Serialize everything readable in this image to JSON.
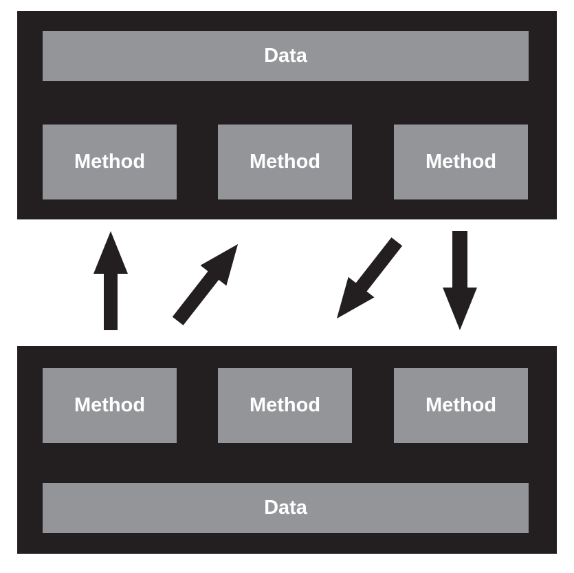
{
  "top_object": {
    "data_label": "Data",
    "methods": [
      "Method",
      "Method",
      "Method"
    ]
  },
  "bottom_object": {
    "methods": [
      "Method",
      "Method",
      "Method"
    ],
    "data_label": "Data"
  },
  "arrows": [
    {
      "name": "arrow-up",
      "direction": "up"
    },
    {
      "name": "arrow-up-right",
      "direction": "up-right"
    },
    {
      "name": "arrow-down-left",
      "direction": "down-left"
    },
    {
      "name": "arrow-down",
      "direction": "down"
    }
  ],
  "colors": {
    "panel": "#231f20",
    "box": "#939598",
    "text": "#ffffff",
    "arrow": "#231f20",
    "background": "#ffffff"
  }
}
